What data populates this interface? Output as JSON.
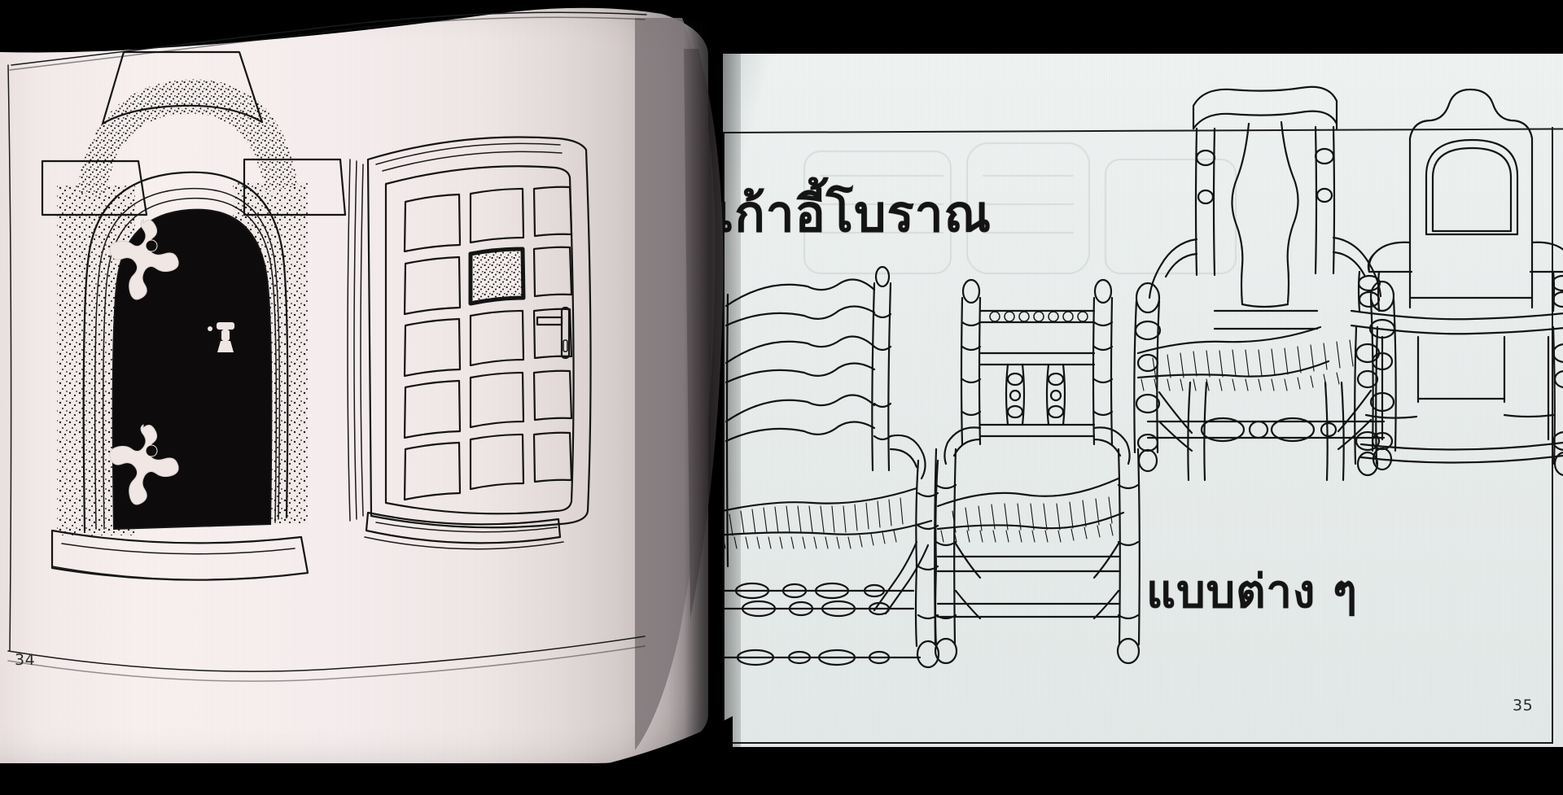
{
  "spread": {
    "background_color": "#000000",
    "type": "open-book-photograph",
    "left_page": {
      "page_number": "34",
      "paper_color": "#f4ecec",
      "curved": true,
      "illustrations": [
        {
          "name": "arched-stone-doorway",
          "description": "Arched solid door set in stippled stone surround with keystone, impost blocks, two ornate strap hinges and a keyhole escutcheon",
          "door_panel_color": "#0d0b0b"
        },
        {
          "name": "glazed-panelled-door",
          "description": "Curved-top glazed door with 15 rectangular panes in 3 columns by 5 rows, one textured obscure-glass pane, lever handle on right stile",
          "pane_columns": 3,
          "pane_rows": 5,
          "textured_pane": {
            "row": 2,
            "column": 2
          }
        }
      ]
    },
    "right_page": {
      "page_number": "35",
      "paper_color": "#e9eeed",
      "heading_top": "เก้าอี้โบราณ",
      "heading_bottom": "แบบต่าง ๆ",
      "border_color": "#1c1c1c",
      "chairs": [
        {
          "name": "ladder-back-armchair-left",
          "label": "",
          "features": "three arched ladder slats, rush seat, turned stretchers"
        },
        {
          "name": "spindle-back-armchair",
          "label": "",
          "features": "turned spindle back, rush seat, turned legs"
        },
        {
          "name": "queen-anne-armchair",
          "label": "",
          "features": "vase-shaped splat, yoke crest rail, scrolled arms, rush seat, turned stretcher"
        },
        {
          "name": "wainscot-armchair",
          "label": "",
          "features": "panelled arched back, shaped crest, flat arms on turned supports, box stretchers"
        }
      ]
    }
  }
}
